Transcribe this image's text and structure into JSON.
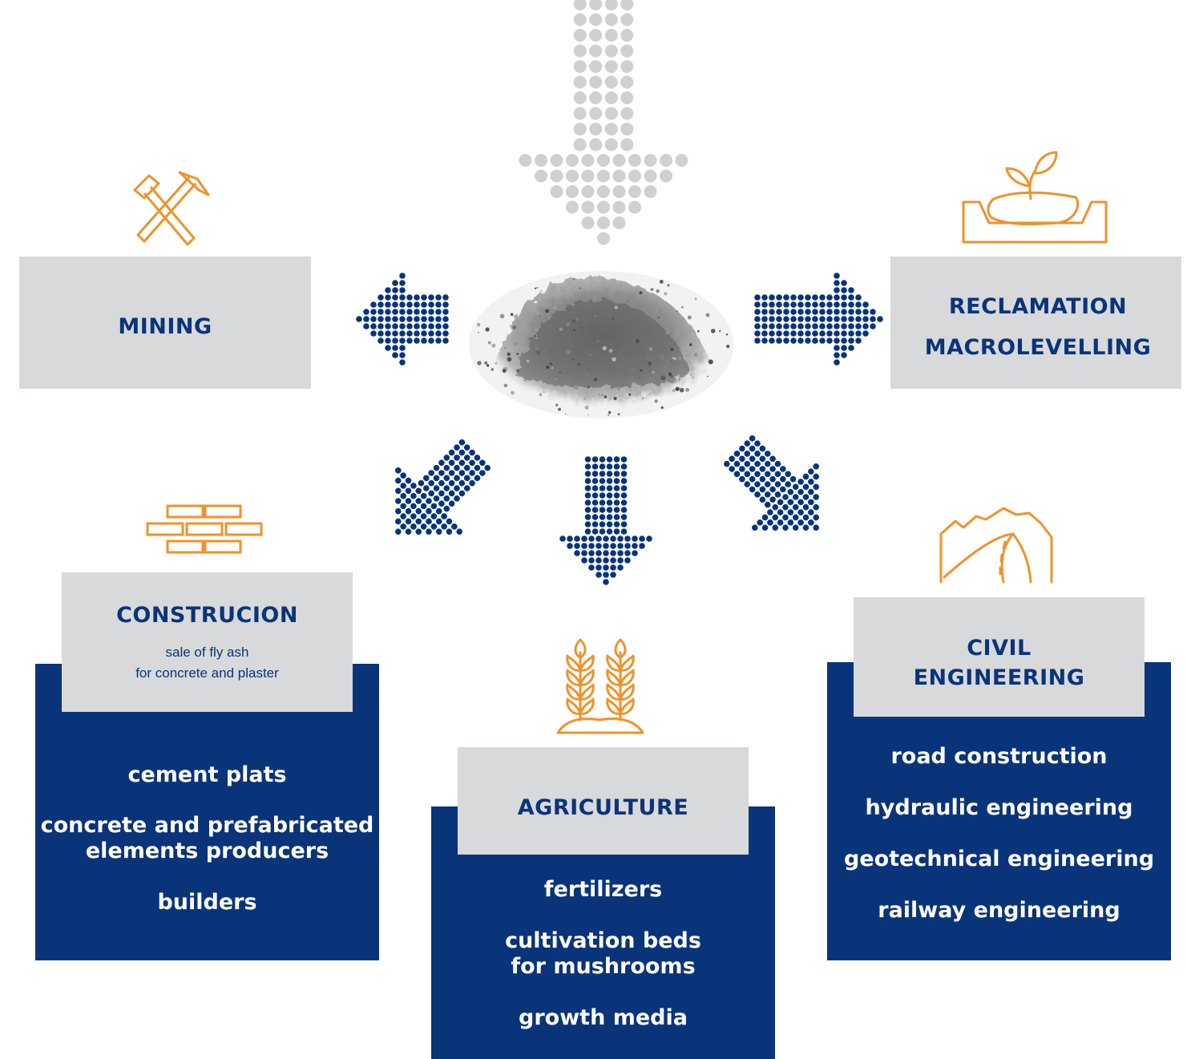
{
  "colors": {
    "navy": "#0a347a",
    "gray_box": "#d8d9db",
    "orange": "#f0922a",
    "gray_dots": "#cfd0d2"
  },
  "center": {
    "image": "ash-pile"
  },
  "mining": {
    "title": "MINING",
    "icon": "hammer-pick-icon"
  },
  "reclamation": {
    "title_line1": "RECLAMATION",
    "title_line2": "MACROLEVELLING",
    "icon": "plant-in-soil-icon"
  },
  "construction": {
    "title": "CONSTRUCION",
    "sub_line1": "sale of fly ash",
    "sub_line2": "for concrete and plaster",
    "icon": "bricks-icon",
    "items": [
      "cement plats",
      "concrete and prefabricated",
      "elements producers",
      "builders"
    ]
  },
  "agriculture": {
    "title": "AGRICULTURE",
    "icon": "wheat-icon",
    "items": [
      "fertilizers",
      "cultivation beds",
      "for mushrooms",
      "growth media"
    ]
  },
  "civil": {
    "title_line1": "CIVIL",
    "title_line2": "ENGINEERING",
    "icon": "mountain-road-icon",
    "items": [
      "road construction",
      "hydraulic engineering",
      "geotechnical engineering",
      "railway engineering"
    ]
  }
}
